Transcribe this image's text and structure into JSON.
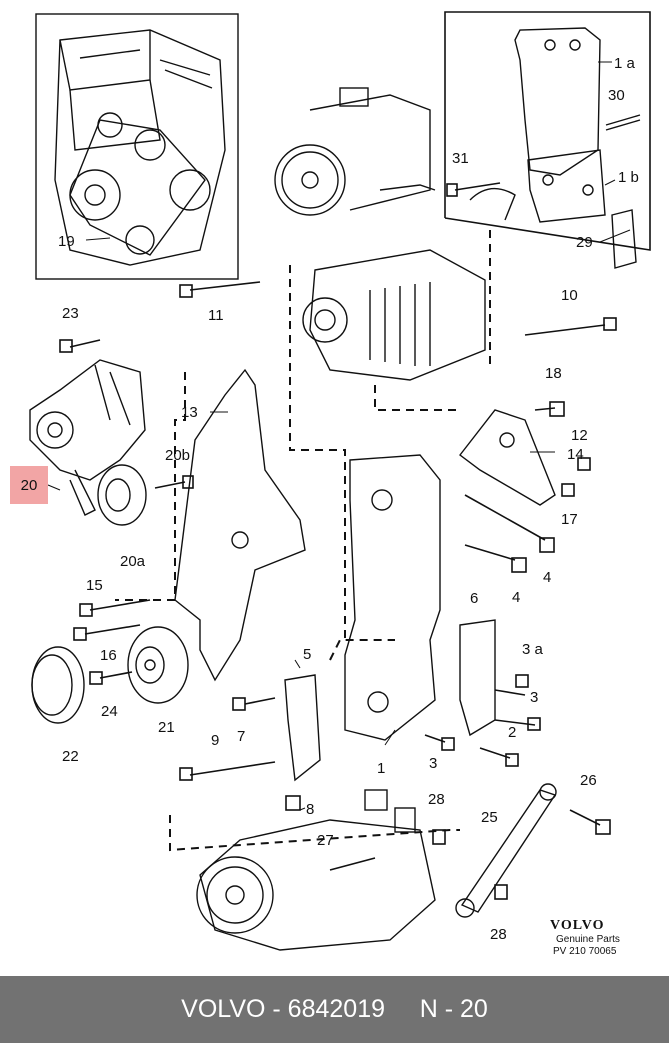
{
  "callouts": {
    "c1a": "1 a",
    "c30": "30",
    "c31": "31",
    "c1b": "1 b",
    "c29": "29",
    "c19": "19",
    "c11": "11",
    "c10": "10",
    "c23": "23",
    "c13": "13",
    "c18": "18",
    "c14": "14",
    "c12": "12",
    "c20": "20",
    "c20b": "20b",
    "c17": "17",
    "c20a": "20a",
    "c4a": "4",
    "c4b": "4",
    "c15": "15",
    "c6": "6",
    "c16": "16",
    "c3a": "3 a",
    "c5": "5",
    "c3b": "3",
    "c24": "24",
    "c7": "7",
    "c2": "2",
    "c21": "21",
    "c22": "22",
    "c9": "9",
    "c1": "1",
    "c3c": "3",
    "c26": "26",
    "c8": "8",
    "c28a": "28",
    "c25": "25",
    "c27": "27",
    "c28b": "28"
  },
  "brand": {
    "logo": "VOLVO",
    "tagline": "Genuine Parts",
    "code": "PV 210 70065"
  },
  "footer": {
    "brand": "VOLVO",
    "separator": " - ",
    "part_number": "6842019",
    "position": "N - 20"
  }
}
